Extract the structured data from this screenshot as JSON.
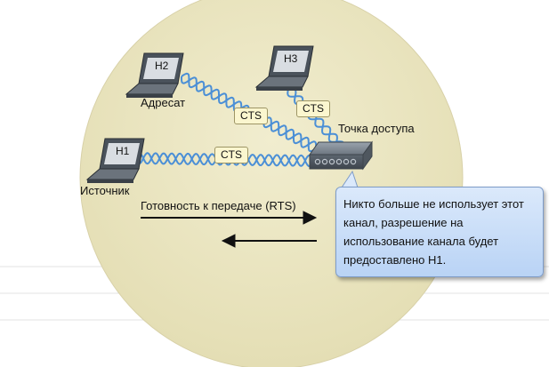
{
  "nodes": {
    "h1": {
      "label": "H1",
      "caption": "Источник"
    },
    "h2": {
      "label": "H2",
      "caption": "Адресат"
    },
    "h3": {
      "label": "H3"
    },
    "ap": {
      "caption": "Точка доступа"
    }
  },
  "frames": {
    "cts_h1": "CTS",
    "cts_h2": "CTS",
    "cts_h3": "CTS"
  },
  "arrows": {
    "rts_label": "Готовность к передаче (RTS)"
  },
  "callout": {
    "text": "Никто больше не использует этот канал, разрешение на использование канала будет предоставлено H1."
  },
  "colors": {
    "disk": "#ebe6c0",
    "wave": "#4b8fd6",
    "callout": "#c8dcf7"
  }
}
